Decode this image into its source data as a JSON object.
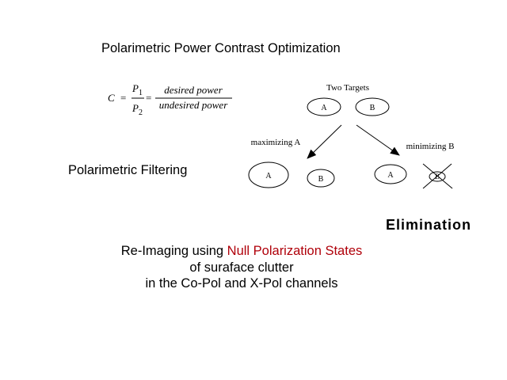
{
  "slide": {
    "title": "Polarimetric Power Contrast Optimization",
    "left_label": "Polarimetric Filtering",
    "elimination": "Elimination",
    "reimaging": {
      "line1_prefix": "Re-Imaging using ",
      "line1_highlight": "Null Polarization States",
      "line2": "of suraface clutter",
      "line3": "in the Co-Pol and X-Pol channels",
      "highlight_color": "#b0000a"
    }
  },
  "formula": {
    "lhs": "C",
    "eq": "=",
    "num_var": "P",
    "num_sub": "1",
    "den_var": "P",
    "den_sub": "2",
    "num_text": "desired power",
    "den_text": "undesired power"
  },
  "diagram": {
    "top_label": "Two Targets",
    "left_branch_label": "maximizing A",
    "right_branch_label": "minimizing B",
    "target_a": "A",
    "target_b": "B"
  }
}
